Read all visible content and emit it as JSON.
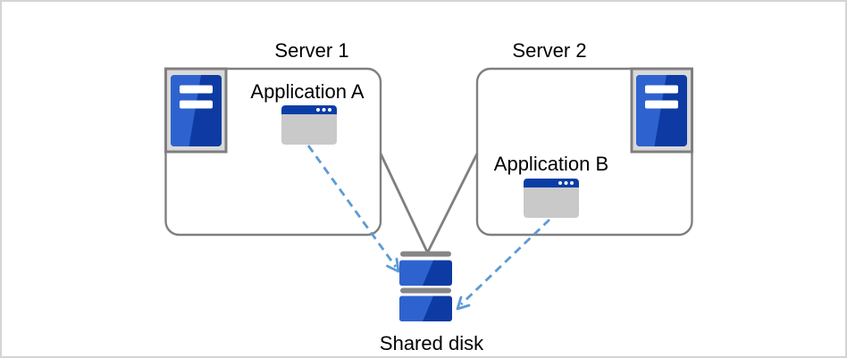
{
  "diagram": {
    "nodes": {
      "server1": {
        "label": "Server 1"
      },
      "server2": {
        "label": "Server 2"
      },
      "app_a": {
        "label": "Application A"
      },
      "app_b": {
        "label": "Application B"
      },
      "shared_disk": {
        "label": "Shared disk"
      }
    },
    "icons": {
      "server": "server-tower-icon",
      "application": "app-window-icon",
      "shared_disk": "disk-stack-icon",
      "access_arrow": "dashed-arrow-icon"
    },
    "colors": {
      "text": "#000000",
      "box_stroke": "#7f7f7f",
      "connector_gray": "#7f7f7f",
      "arrow_blue": "#5b9bd5",
      "icon_frame_fill": "#d9d9d9",
      "icon_frame_stroke": "#7f7f7f",
      "blue_dark": "#0d3ba3",
      "blue_light": "#2e63cf",
      "titlebar_blue": "#0b3da6",
      "app_body": "#c9c9c9",
      "disk_cap": "#868686",
      "page_border": "#d4d4d4",
      "background": "#ffffff"
    }
  }
}
